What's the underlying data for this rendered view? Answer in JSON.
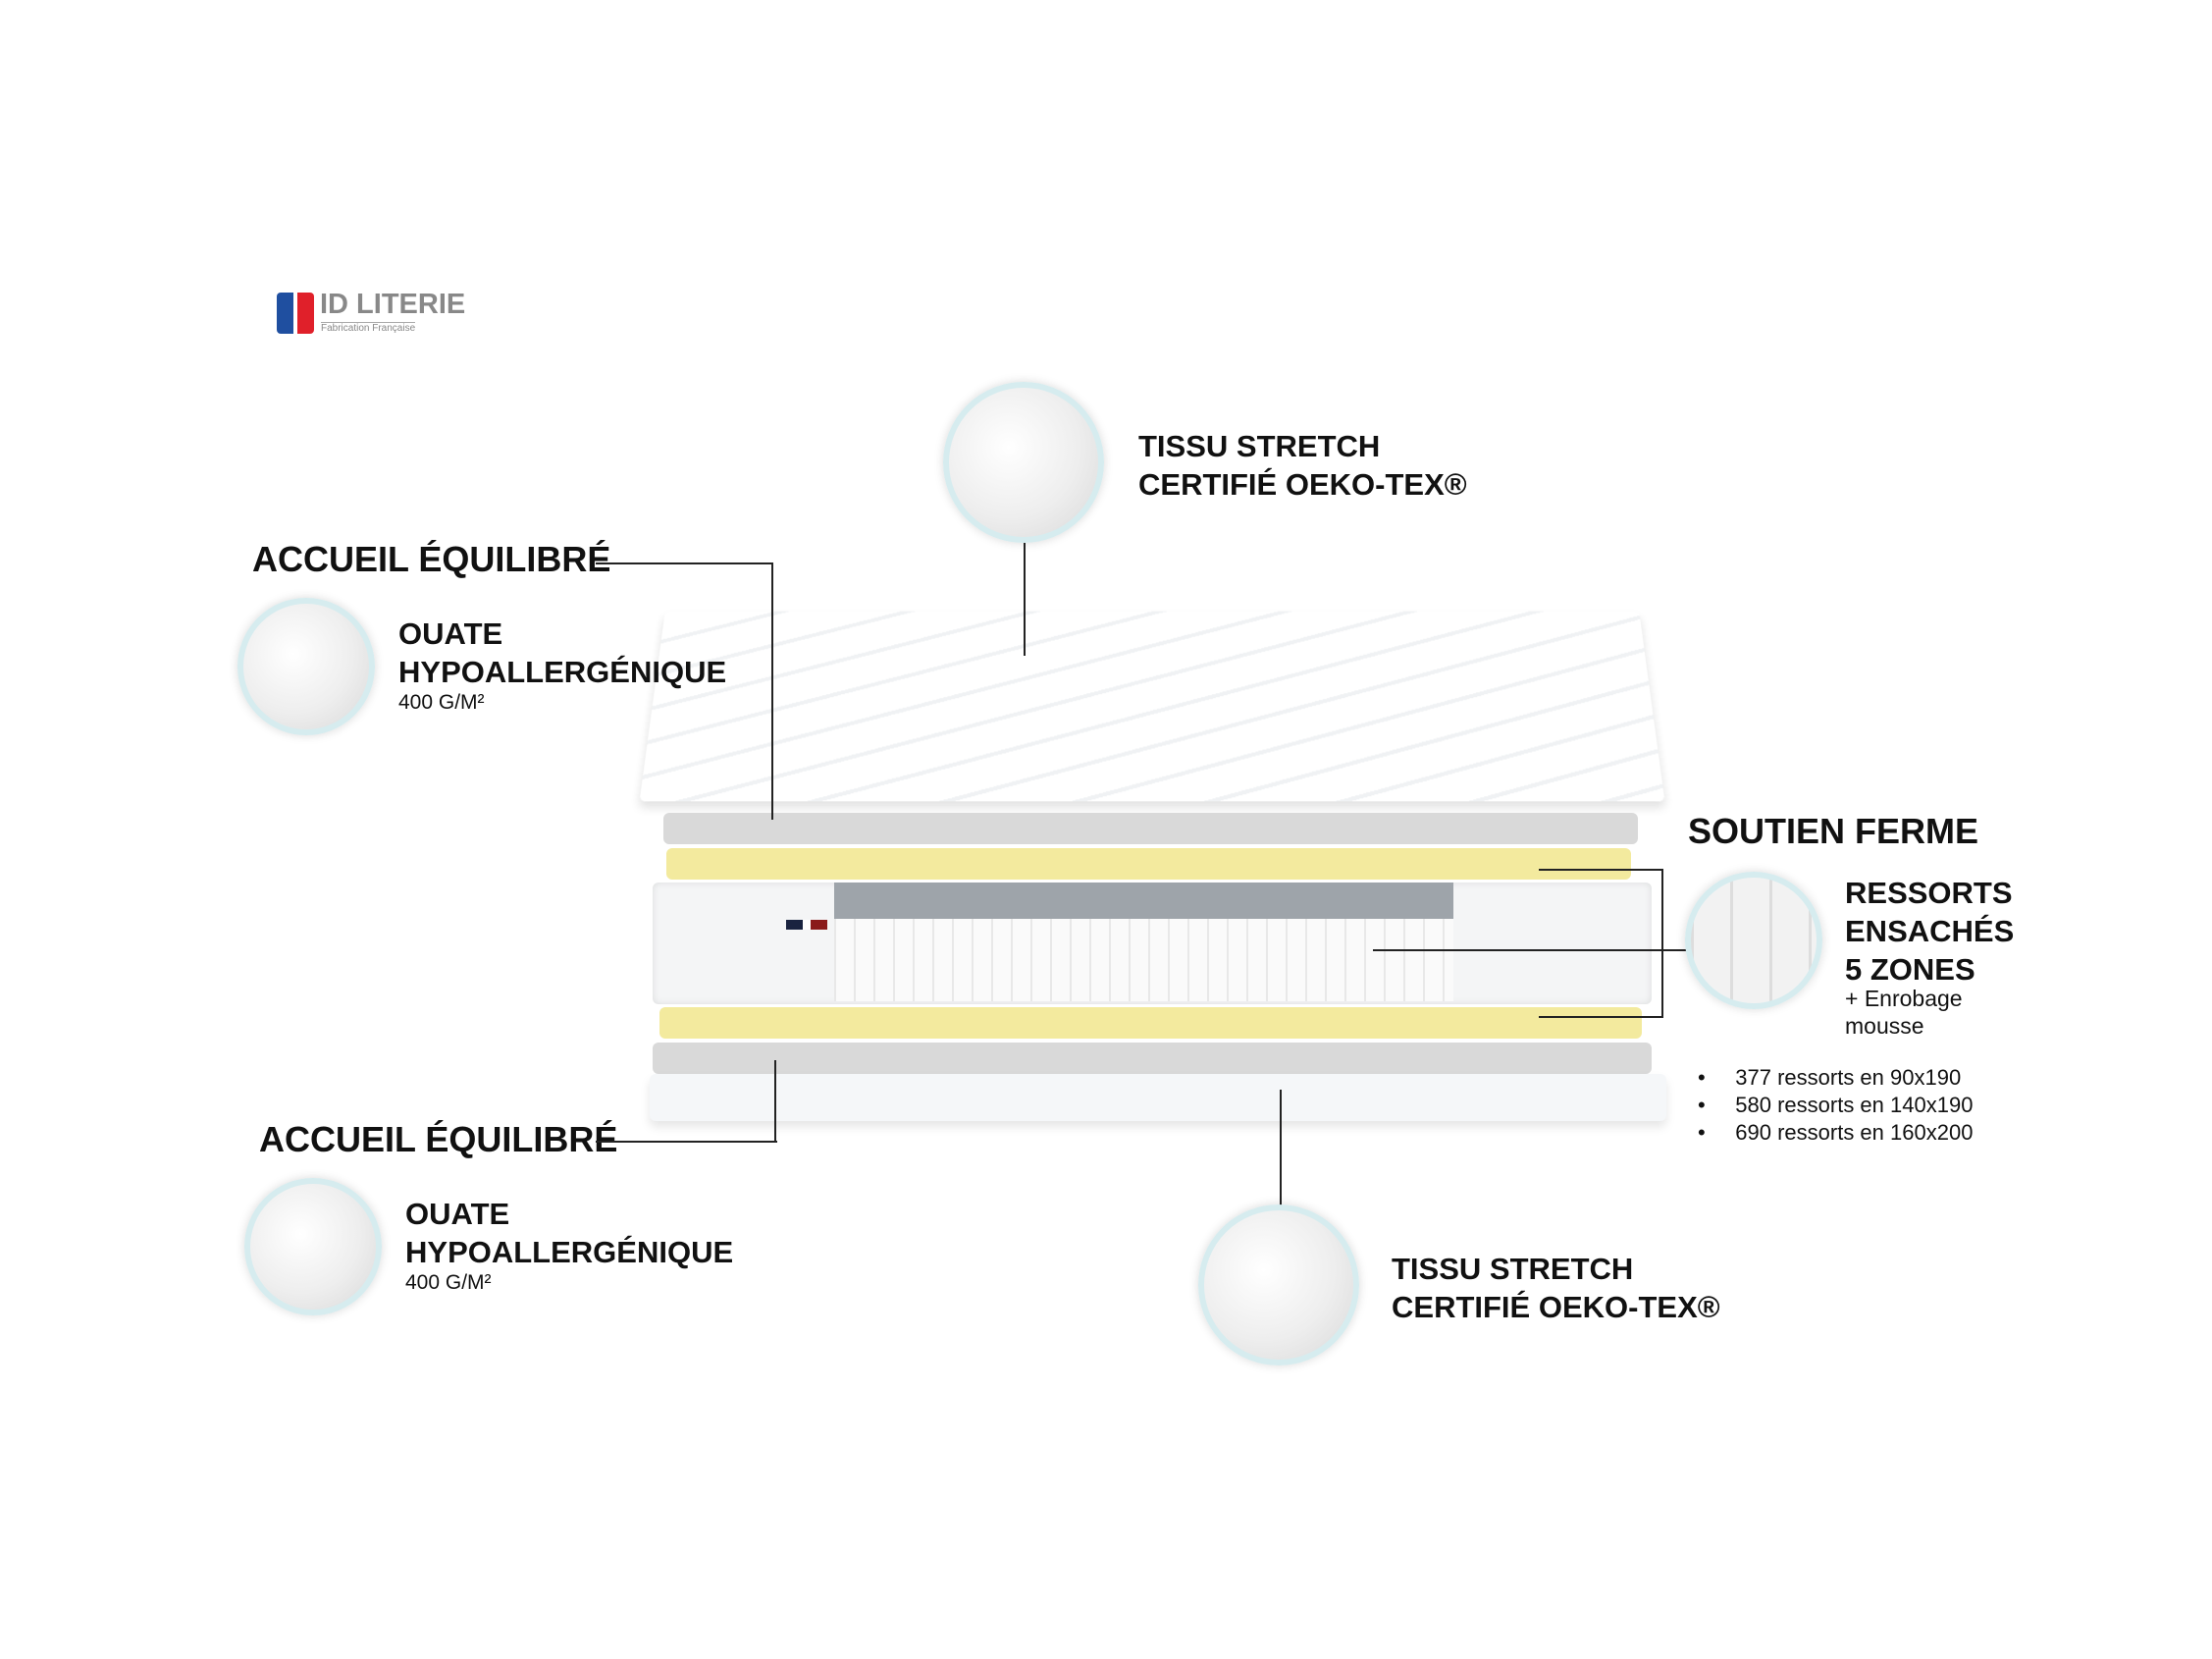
{
  "logo": {
    "brand": "ID LITERIE",
    "tagline": "Fabrication Française"
  },
  "top_cover": {
    "line1": "TISSU STRETCH",
    "line2": "CERTIFIÉ OEKO-TEX®"
  },
  "comfort_top": {
    "title": "ACCUEIL ÉQUILIBRÉ",
    "line1": "OUATE",
    "line2": "HYPOALLERGÉNIQUE",
    "detail": "400 G/M²"
  },
  "support": {
    "title": "SOUTIEN FERME",
    "line1": "RESSORTS",
    "line2": "ENSACHÉS",
    "line3": "5 ZONES",
    "detail1": "+ Enrobage",
    "detail2": "mousse",
    "bullets": [
      "377 ressorts en 90x190",
      "580 ressorts en 140x190",
      "690 ressorts en 160x200"
    ]
  },
  "comfort_bottom": {
    "title": "ACCUEIL ÉQUILIBRÉ",
    "line1": "OUATE",
    "line2": "HYPOALLERGÉNIQUE",
    "detail": "400 G/M²"
  },
  "bottom_cover": {
    "line1": "TISSU STRETCH",
    "line2": "CERTIFIÉ OEKO-TEX®"
  },
  "colors": {
    "foam": "#f3ea9e",
    "felt": "#d9d9d9",
    "band": "#9ea4aa",
    "flag_blue": "#1f4fa0",
    "flag_red": "#e0202a"
  }
}
